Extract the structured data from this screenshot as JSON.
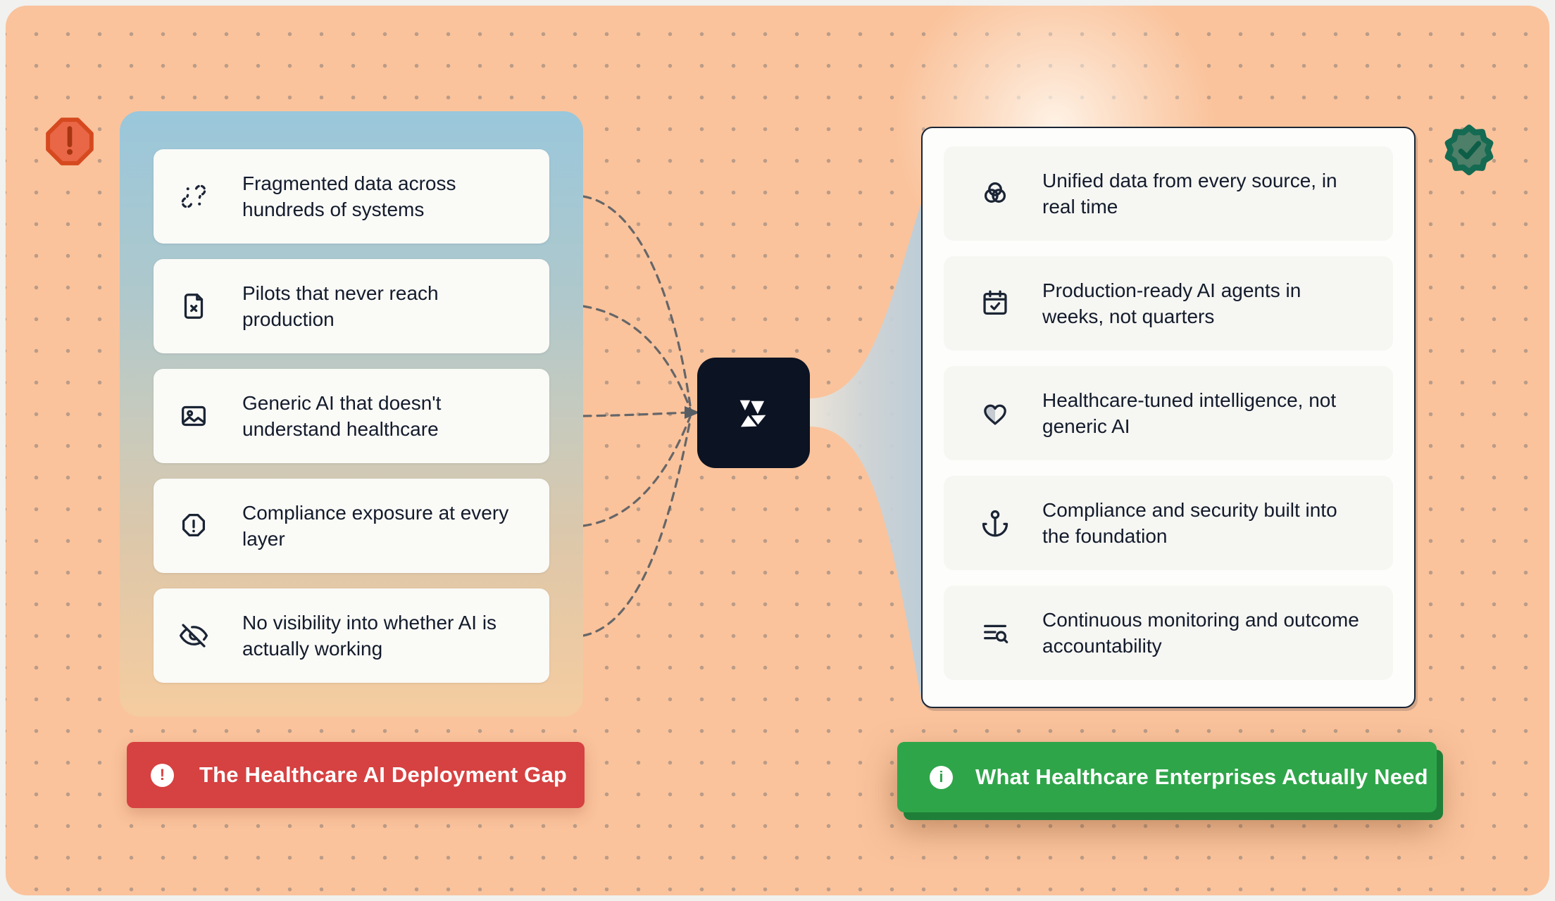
{
  "palette": {
    "background": "#FAC39C",
    "panel_blue_top": "#9AC7DB",
    "panel_peach_bottom": "#F5CCA0",
    "ink": "#131B2B",
    "navy_box": "#0C1322",
    "red_banner": "#D64141",
    "green_banner": "#2FA54A",
    "funnel_blue": "#BCCEDA",
    "connector_gray": "#565D63",
    "warning_octagon_fill": "#E96746",
    "warning_octagon_stroke": "#D6491F",
    "seal_fill": "#4E7F68",
    "seal_stroke": "#156A52"
  },
  "left_panel": {
    "banner": {
      "icon": "alert-circle-icon",
      "glyph": "!",
      "label": "The Healthcare AI Deployment Gap"
    },
    "cards": [
      {
        "icon": "fragmented-data-icon",
        "text": "Fragmented data across hundreds of systems"
      },
      {
        "icon": "file-x-icon",
        "text": "Pilots that never reach production"
      },
      {
        "icon": "generic-image-icon",
        "text": "Generic AI that doesn't understand healthcare"
      },
      {
        "icon": "octagon-alert-icon",
        "text": "Compliance exposure at every layer"
      },
      {
        "icon": "eye-off-icon",
        "text": "No visibility into whether AI is actually working"
      }
    ]
  },
  "center": {
    "logo": "triangle-logo"
  },
  "right_panel": {
    "banner": {
      "icon": "info-circle-icon",
      "glyph": "i",
      "label": "What Healthcare Enterprises Actually Need"
    },
    "cards": [
      {
        "icon": "venn-diagram-icon",
        "text": "Unified data from every source, in real time"
      },
      {
        "icon": "calendar-check-icon",
        "text": "Production-ready AI agents in weeks, not quarters"
      },
      {
        "icon": "heart-icon",
        "text": "Healthcare-tuned intelligence, not generic AI"
      },
      {
        "icon": "anchor-icon",
        "text": "Compliance and security built into the foundation"
      },
      {
        "icon": "list-search-icon",
        "text": "Continuous monitoring and outcome accountability"
      }
    ]
  }
}
